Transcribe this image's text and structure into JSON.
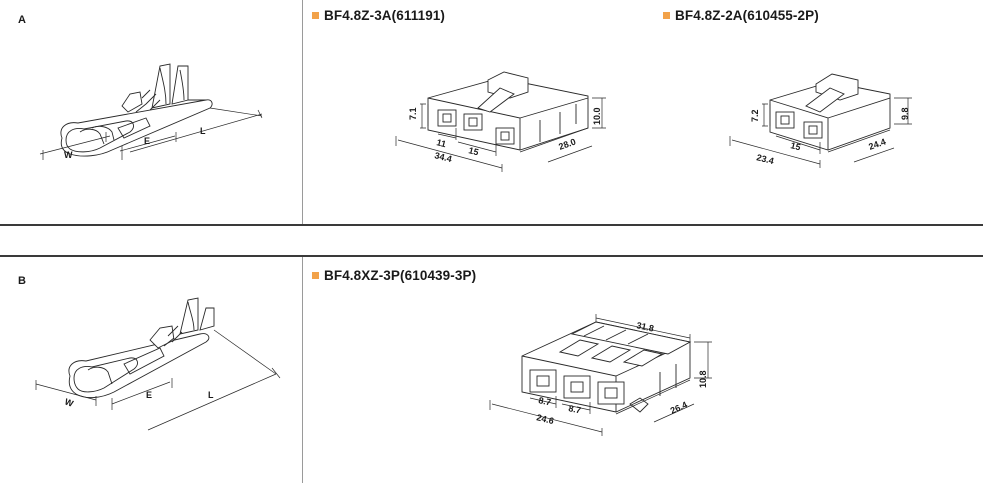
{
  "colors": {
    "bullet": "#f2a24a",
    "rule": "#3a3a3a",
    "divider": "#9a9a9a"
  },
  "sections": {
    "a": {
      "label": "A",
      "terminal": {
        "dim_w": "W",
        "dim_e": "E",
        "dim_l": "L"
      },
      "parts": [
        {
          "title": "BF4.8Z-3A(611191)",
          "dims": [
            "7.1",
            "11",
            "15",
            "34.4",
            "28.0",
            "10.0"
          ]
        },
        {
          "title": "BF4.8Z-2A(610455-2P)",
          "dims": [
            "7.2",
            "15",
            "23.4",
            "24.4",
            "9.8"
          ]
        }
      ]
    },
    "b": {
      "label": "B",
      "terminal": {
        "dim_w": "W",
        "dim_e": "E",
        "dim_l": "L"
      },
      "parts": [
        {
          "title": "BF4.8XZ-3P(610439-3P)",
          "dims": [
            "31.8",
            "8.7",
            "8.7",
            "24.6",
            "26.4",
            "10.8"
          ]
        }
      ]
    }
  }
}
